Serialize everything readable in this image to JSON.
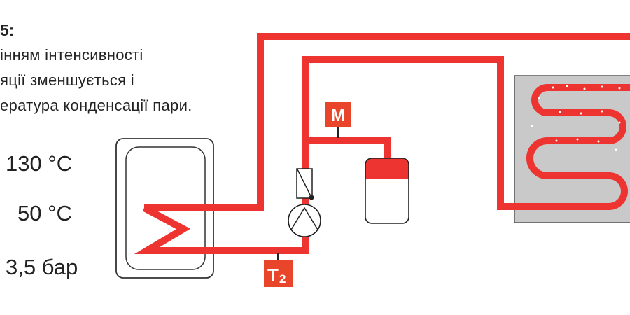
{
  "text": {
    "heading": "5:",
    "lines": [
      "інням інтенсивності",
      "яції зменшується і",
      "ература конденсації пари."
    ]
  },
  "values": {
    "max_temp": "130 °C",
    "flow_temp": "50 °C",
    "pressure": "3,5 бар"
  },
  "labels": {
    "manometer": "M",
    "sensor": "T",
    "sensor_index": "2"
  },
  "colors": {
    "pipe": "#ee3431",
    "label_bg": "#e8452a",
    "floor_bg": "#c9c9c9"
  }
}
